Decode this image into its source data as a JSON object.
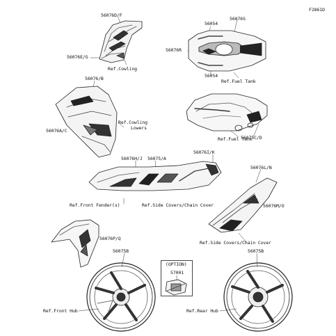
{
  "figure_code": "F2861D",
  "part_numbers": {
    "p56076D_F": "56076D/F",
    "p56076E_G": "56076E/G",
    "p56054_top": "56054",
    "p56076S": "56076S",
    "p56076R": "56076R",
    "p56054_bottom": "56054",
    "p56076_B": "56076/B",
    "p56076A_C": "56076A/C",
    "p56075C_D": "56075C/D",
    "p56076I_K": "56076I/K",
    "p56076H_J": "56076H/J",
    "p56075_A": "56075/A",
    "p56076L_N": "56076L/N",
    "p56076M_O": "56076M/O",
    "p56076P_Q": "56076P/Q",
    "p56075B_front": "56075B",
    "p56075B_rear": "56075B",
    "p57001": "57001"
  },
  "references": {
    "cowling": "Ref.Cowling",
    "fuel_tank_top": "Ref.Fuel Tank",
    "cowling_lowers_1": "Ref.Cowling",
    "cowling_lowers_2": "Lowers",
    "fuel_tank_side": "Ref.Fuel Tank",
    "front_fender": "Ref.Front Fender(s)",
    "side_covers_1": "Ref.Side Covers/Chain Cover",
    "side_covers_2": "Ref.Side Covers/Chain Cover",
    "front_hub": "Ref.Front Hub",
    "rear_hub": "Ref.Rear Hub"
  },
  "option_label": "(OPTION)"
}
